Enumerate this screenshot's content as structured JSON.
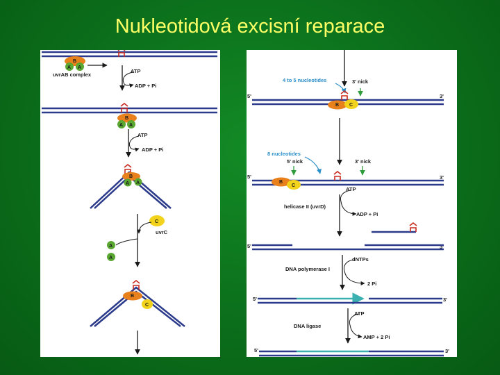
{
  "slide": {
    "title": "Nukleotidová excisní reparace"
  },
  "colors": {
    "background": "#0b6e1b",
    "title": "#ffff66",
    "dna": "#2b3a8a",
    "new_dna": "#3ab0b0",
    "protein_b": "#e8801c",
    "protein_a": "#5aa832",
    "protein_c": "#f2d21a",
    "damage": "#c8281e",
    "annotation": "#2a8ec8"
  },
  "left_panel": {
    "labels": {
      "uvrab_complex": "uvrAB complex",
      "atp_1": "ATP",
      "adp_pi_1": "ADP + Pi",
      "atp_2": "ATP",
      "adp_pi_2": "ADP + Pi",
      "uvrc": "uvrC"
    },
    "proteins": {
      "b": "B",
      "a": "A",
      "c": "C"
    }
  },
  "right_panel": {
    "labels": {
      "four_to_five": "4 to 5 nucleotides",
      "three_nick_1": "3' nick",
      "eight_nucleotides": "8 nucleotides",
      "five_nick": "5' nick",
      "three_nick_2": "3' nick",
      "atp_1": "ATP",
      "helicase": "helicase II (uvrD)",
      "adp_pi": "ADP + Pi",
      "dntps": "dNTPs",
      "polymerase": "DNA polymerase I",
      "two_pi": "2 Pi",
      "atp_2": "ATP",
      "ligase": "DNA ligase",
      "amp_pi": "AMP + 2 Pi"
    },
    "ends": {
      "five_prime": "5'",
      "three_prime": "3'"
    },
    "proteins": {
      "b": "B",
      "c": "C"
    }
  }
}
